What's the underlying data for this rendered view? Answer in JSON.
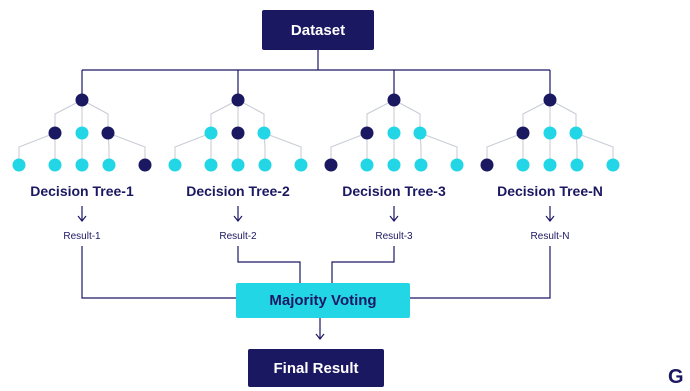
{
  "dataset_label": "Dataset",
  "trees": [
    {
      "label": "Decision Tree-1",
      "result": "Result-1",
      "leaves": [
        "cyan",
        "cyan",
        "cyan",
        "cyan",
        "dark"
      ],
      "mids": [
        "dark",
        "cyan",
        "dark"
      ]
    },
    {
      "label": "Decision Tree-2",
      "result": "Result-2",
      "leaves": [
        "cyan",
        "cyan",
        "cyan",
        "cyan",
        "cyan"
      ],
      "mids": [
        "cyan",
        "dark",
        "cyan"
      ]
    },
    {
      "label": "Decision Tree-3",
      "result": "Result-3",
      "leaves": [
        "dark",
        "cyan",
        "cyan",
        "cyan",
        "cyan"
      ],
      "mids": [
        "dark",
        "cyan",
        "cyan"
      ]
    },
    {
      "label": "Decision Tree-N",
      "result": "Result-N",
      "leaves": [
        "dark",
        "cyan",
        "cyan",
        "cyan",
        "cyan"
      ],
      "mids": [
        "dark",
        "cyan",
        "cyan"
      ]
    }
  ],
  "voting_label": "Majority Voting",
  "final_label": "Final Result",
  "colors": {
    "dark": "#1b1862",
    "cyan": "#22d6e6",
    "line": "#1b1862",
    "branch": "#c9cdd6"
  }
}
